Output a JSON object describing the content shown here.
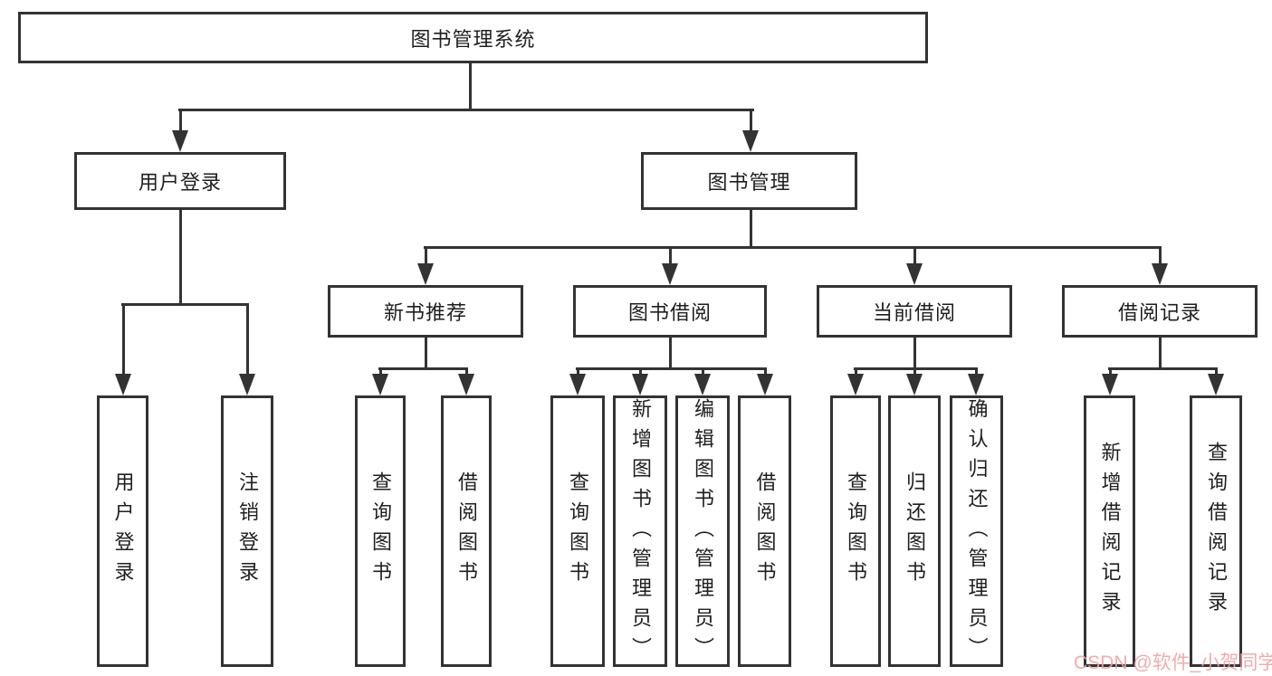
{
  "diagram": {
    "title": "图书管理系统",
    "nodes": {
      "root": "图书管理系统",
      "user_login": "用户登录",
      "book_mgmt": "图书管理",
      "new_book_rec": "新书推荐",
      "book_borrow": "图书借阅",
      "current_borrow": "当前借阅",
      "borrow_records": "借阅记录",
      "leaf_user_login": "用户登录",
      "leaf_logout": "注销登录",
      "leaf_nbr_query_books": "查询图书",
      "leaf_nbr_borrow_books": "借阅图书",
      "leaf_bb_query_books": "查询图书",
      "leaf_bb_add_books_admin": "新增图书（管理员）",
      "leaf_bb_edit_books_admin": "编辑图书（管理员）",
      "leaf_bb_borrow_books": "借阅图书",
      "leaf_cb_query_books": "查询图书",
      "leaf_cb_return_books": "归还图书",
      "leaf_cb_confirm_return_admin": "确认归还（管理员）",
      "leaf_br_add_record": "新增借阅记录",
      "leaf_br_query_record": "查询借阅记录"
    }
  },
  "watermark": {
    "text": "CSDN @软件_小贺同学",
    "color": "#f1a2a2"
  },
  "colors": {
    "line": "#333333",
    "box_border": "#333333",
    "box_background": "#ffffff",
    "text": "#1f1f1f",
    "page_background": "#ffffff"
  }
}
